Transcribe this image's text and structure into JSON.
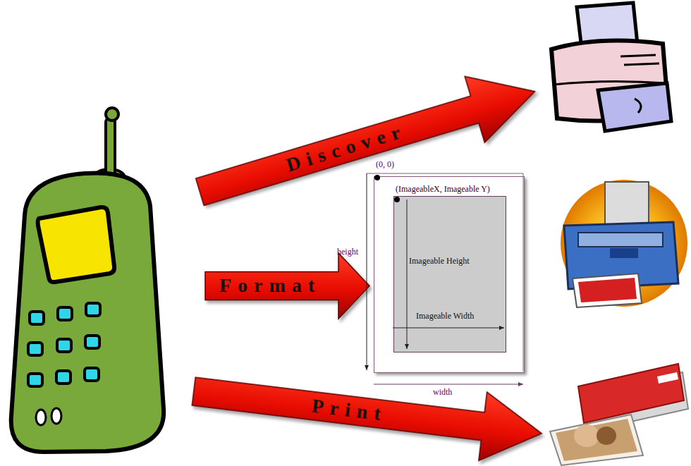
{
  "diagram": {
    "nodes": [
      {
        "text": [
          "Discover"
        ]
      },
      {
        "text": [
          "Format"
        ]
      },
      {
        "text": [
          "(0, 0)"
        ]
      },
      {
        "text": [
          "(ImageableX, Imageable Y)",
          "Imageable Height",
          "Imageable Width"
        ],
        "in": 2
      },
      {
        "text": [
          "Print"
        ]
      }
    ],
    "labels": [
      "height",
      "width"
    ]
  }
}
